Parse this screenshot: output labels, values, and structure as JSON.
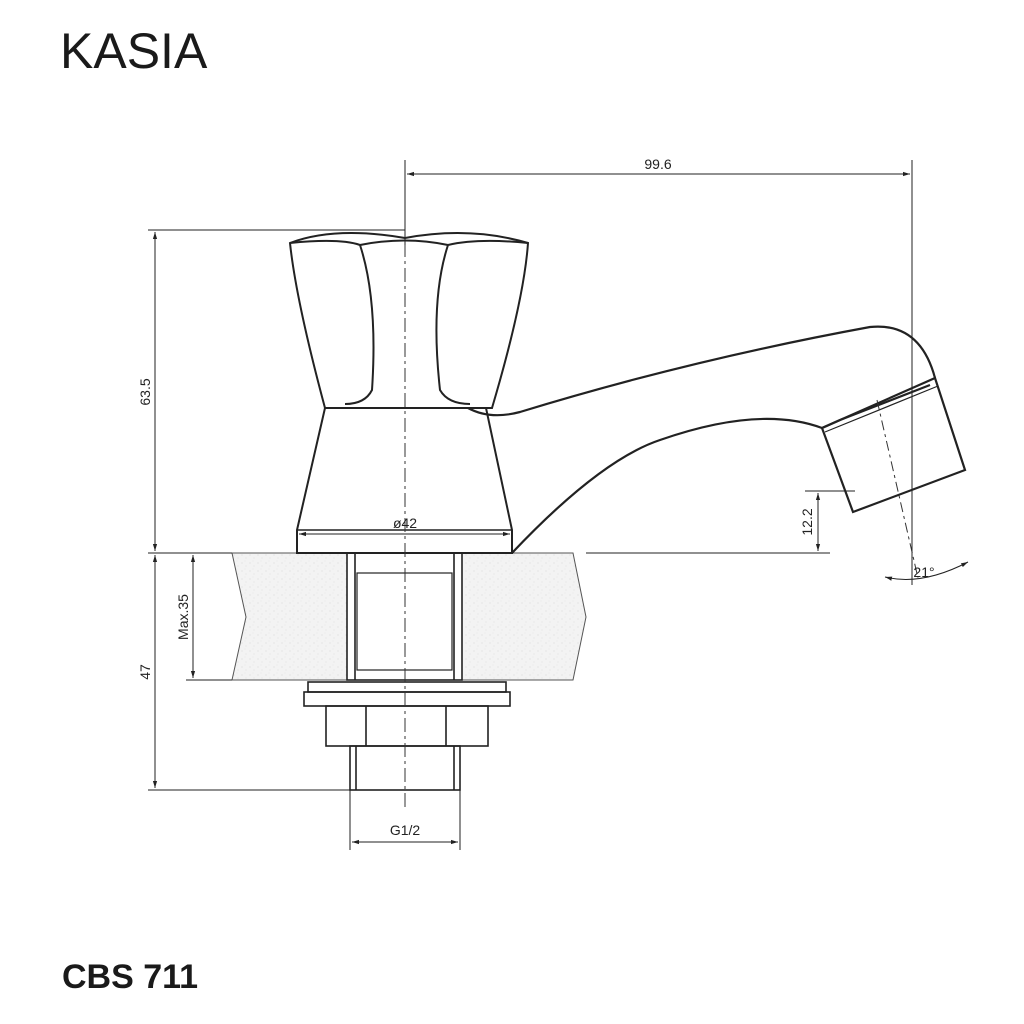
{
  "title": "KASIA",
  "model_code": "CBS 711",
  "dimensions": {
    "spout_reach": "99.6",
    "total_height": "63.5",
    "base_diameter": "ø42",
    "spout_height": "12.2",
    "spout_angle": "21°",
    "counter_thickness": "Max.35",
    "shank_length": "47",
    "thread": "G1/2"
  }
}
